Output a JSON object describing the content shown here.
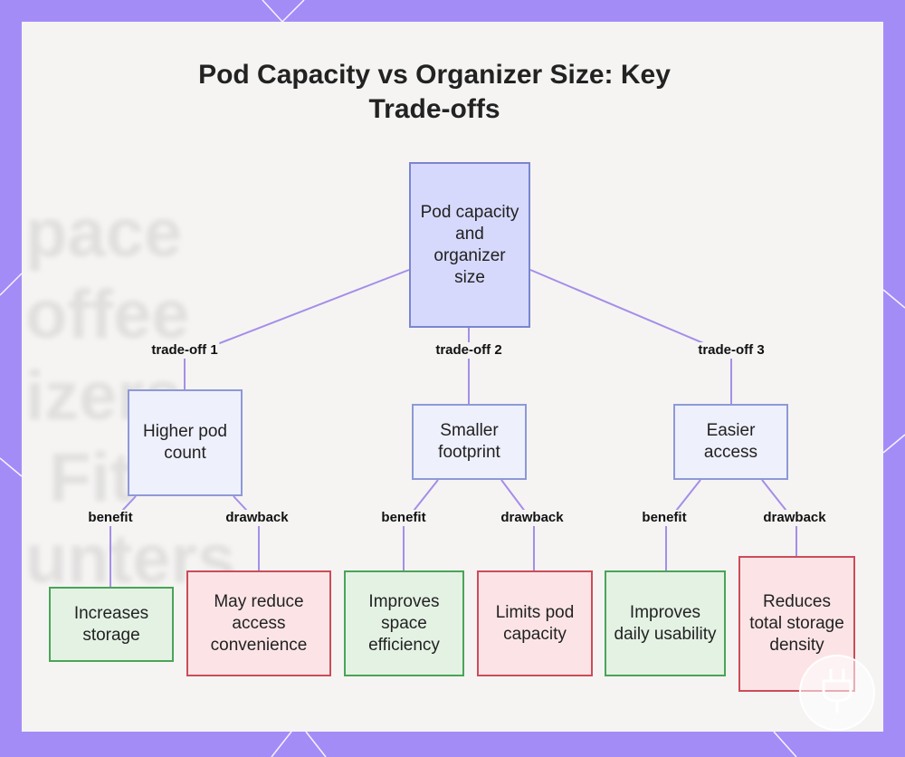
{
  "title": "Pod Capacity vs Organizer Size: Key Trade-offs",
  "background_words": [
    "pace",
    "offee",
    "izers",
    "Fit",
    "unters"
  ],
  "colors": {
    "frame": "#a48cf7",
    "card": "#f5f4f3",
    "connector": "#a58ee8",
    "root_fill": "#d6d9fb",
    "benefit_fill": "#e4f2e4",
    "benefit_border": "#4aa456",
    "drawback_fill": "#fce4e6",
    "drawback_border": "#cc4c59"
  },
  "root": {
    "label": "Pod capacity and organizer size"
  },
  "tradeoffs": [
    {
      "edge_label": "trade-off 1",
      "label": "Higher pod count",
      "benefit": {
        "edge_label": "benefit",
        "label": "Increases storage"
      },
      "drawback": {
        "edge_label": "drawback",
        "label": "May reduce access convenience"
      }
    },
    {
      "edge_label": "trade-off 2",
      "label": "Smaller footprint",
      "benefit": {
        "edge_label": "benefit",
        "label": "Improves space efficiency"
      },
      "drawback": {
        "edge_label": "drawback",
        "label": "Limits pod capacity"
      }
    },
    {
      "edge_label": "trade-off 3",
      "label": "Easier access",
      "benefit": {
        "edge_label": "benefit",
        "label": "Improves daily usability"
      },
      "drawback": {
        "edge_label": "drawback",
        "label": "Reduces total storage density"
      }
    }
  ],
  "watermark_icon": "plug-icon"
}
